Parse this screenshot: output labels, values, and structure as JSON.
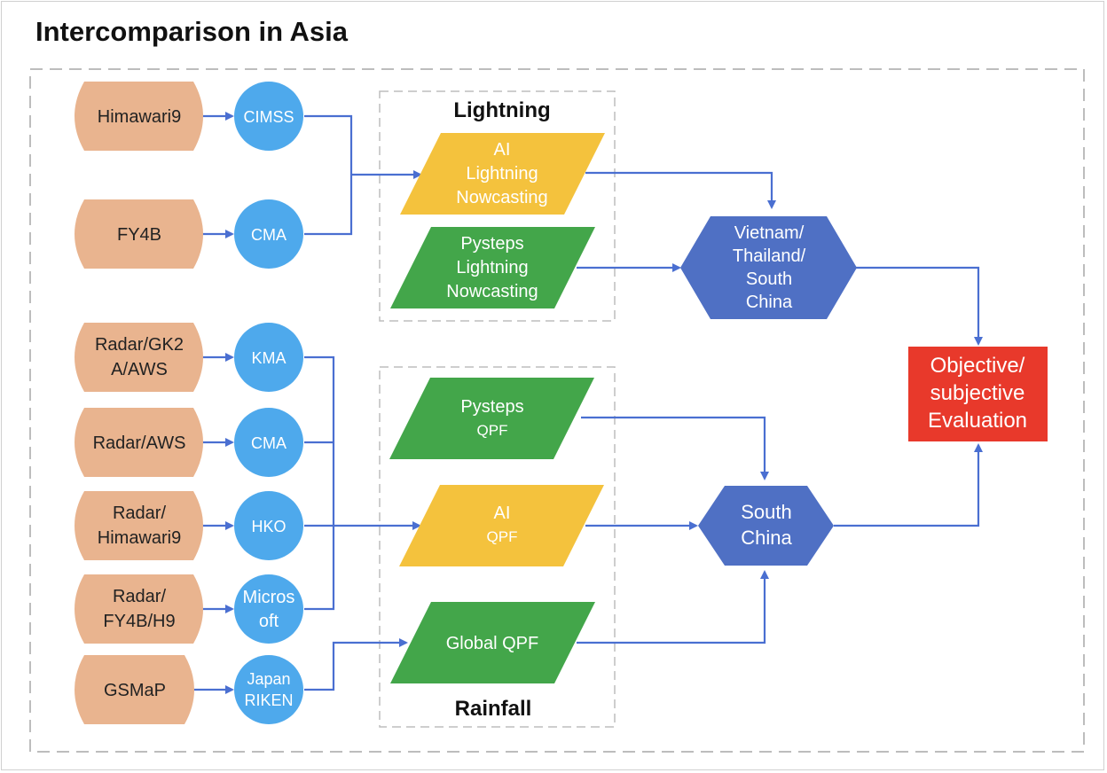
{
  "title": "Intercomparison in Asia",
  "group_labels": {
    "lightning": "Lightning",
    "rainfall": "Rainfall"
  },
  "sources": [
    [
      "Himawari9"
    ],
    [
      "FY4B"
    ],
    [
      "Radar/GK2",
      "A/AWS"
    ],
    [
      "Radar/AWS"
    ],
    [
      "Radar/",
      "Himawari9"
    ],
    [
      "Radar/",
      "FY4B/H9"
    ],
    [
      "GSMaP"
    ]
  ],
  "providers": [
    [
      "CIMSS"
    ],
    [
      "CMA"
    ],
    [
      "KMA"
    ],
    [
      "CMA"
    ],
    [
      "HKO"
    ],
    [
      "Micros",
      "oft"
    ],
    [
      "Japan",
      "RIKEN"
    ]
  ],
  "lightning_models": [
    [
      "AI",
      "Lightning",
      "Nowcasting"
    ],
    [
      "Pysteps",
      "Lightning",
      "Nowcasting"
    ]
  ],
  "rainfall_models": [
    [
      "Pysteps",
      "QPF"
    ],
    [
      "AI",
      "QPF"
    ],
    [
      "Global QPF"
    ]
  ],
  "regions": {
    "lightning_region": [
      "Vietnam/",
      "Thailand/",
      "South",
      "China"
    ],
    "rainfall_region": [
      "South",
      "China"
    ]
  },
  "evaluation": [
    "Objective/",
    "subjective",
    "Evaluation"
  ],
  "colors": {
    "source_fill": "#e9b48f",
    "provider_fill": "#4ea9ec",
    "ai_fill": "#f4c23d",
    "pysteps_fill": "#43a64a",
    "region_fill": "#4f70c4",
    "evaluation_fill": "#e8392b",
    "arrow": "#4a6fd1",
    "dashed_border": "#bdbdbd"
  }
}
